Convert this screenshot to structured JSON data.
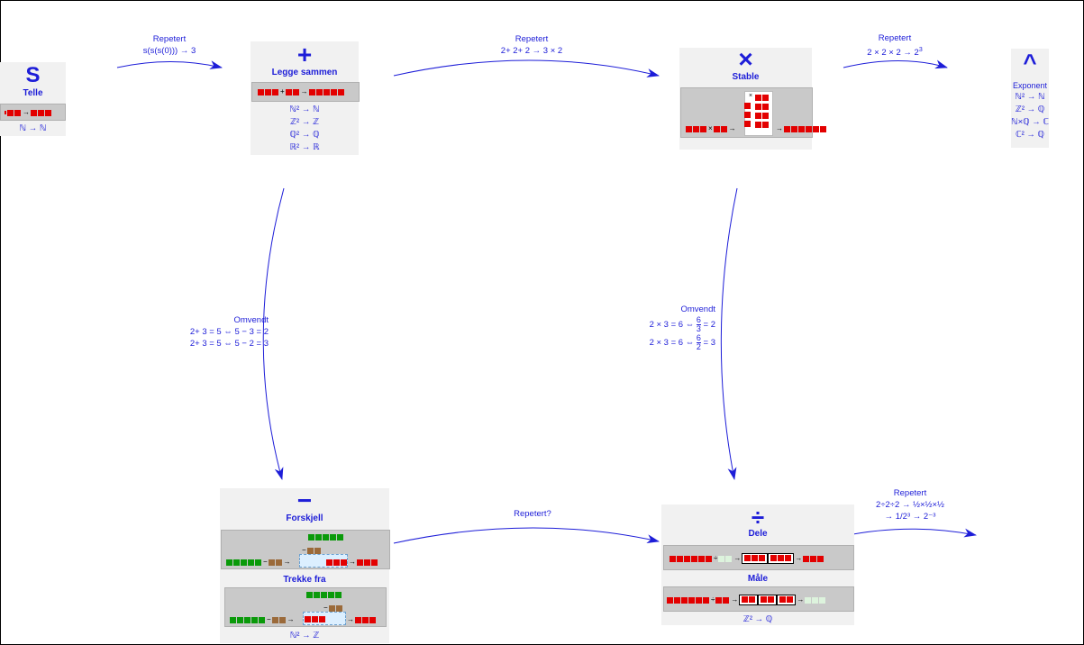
{
  "colors": {
    "accent": "#1d1dd8",
    "red": "#e30000",
    "green": "#0a9a0a",
    "brown": "#9b6a3a",
    "card": "#f1f1f1",
    "band": "#c9c9c9"
  },
  "telle": {
    "symbol": "S",
    "title": "Telle",
    "eq": "ℕ → ℕ"
  },
  "legge": {
    "symbol": "+",
    "title": "Legge sammen",
    "eqs": [
      "ℕ² → ℕ",
      "ℤ² → ℤ",
      "ℚ² → ℚ",
      "ℝ² → ℝ"
    ]
  },
  "stable": {
    "symbol": "×",
    "title": "Stable"
  },
  "exponent": {
    "symbol": "^",
    "title": "Exponent",
    "eqs": [
      "ℕ² → ℕ",
      "ℤ² → ℚ",
      "ℕ×ℚ → ℂ",
      "ℂ² → ℚ"
    ]
  },
  "forskjell": {
    "symbol": "−",
    "title": "Forskjell",
    "title2": "Trekke fra",
    "eq": "ℕ² → ℤ"
  },
  "dele": {
    "symbol": "÷",
    "title": "Dele",
    "title2": "Måle",
    "eq": "ℤ² → ℚ"
  },
  "arrows": {
    "a1": {
      "label": "Repetert",
      "sub": "s(s(s(0))) → 3"
    },
    "a2": {
      "label": "Repetert",
      "sub": "2+ 2+ 2 → 3 × 2"
    },
    "a3": {
      "label": "Repetert",
      "sub": "2 × 2 × 2 → 2",
      "sup": "3"
    },
    "a4": {
      "label": "Omvendt",
      "l1": "2+ 3 = 5 ⇔ 5 − 3 = 2",
      "l2": "2+ 3 = 5 ⇔ 5 − 2 = 3"
    },
    "a5": {
      "label": "Omvendt",
      "l1a": "2 × 3 = 6 ⇔",
      "n1": "6",
      "d1": "3",
      "l1b": "= 2",
      "l2a": "2 × 3 = 6 ⇔",
      "n2": "6",
      "d2": "2",
      "l2b": "= 3"
    },
    "a6": {
      "label": "Repetert?"
    },
    "a7": {
      "label": "Repetert",
      "l1": "2÷2÷2 → ½×½×½",
      "l2": "→ 1/2³ → 2⁻³"
    }
  },
  "ops": {
    "plus": "+",
    "times": "×",
    "arrow": "→",
    "minus": "−",
    "div": "÷"
  }
}
